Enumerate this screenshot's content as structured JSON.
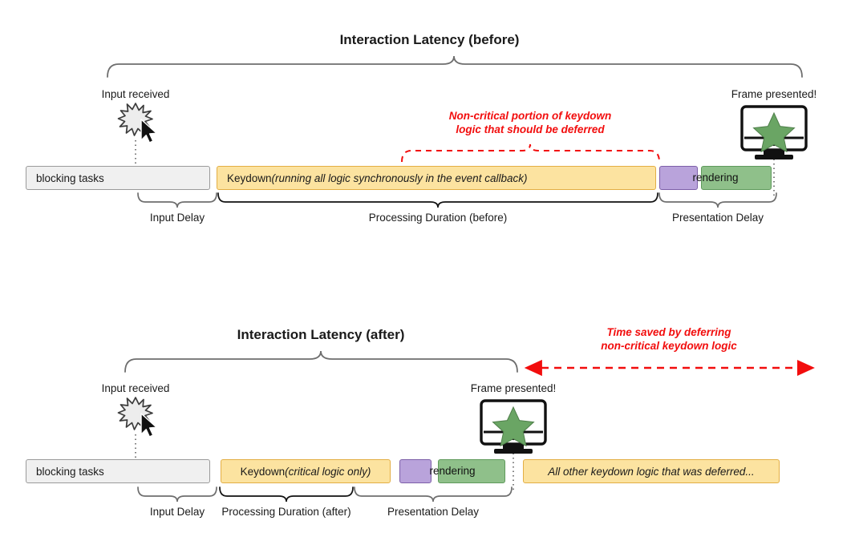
{
  "diagram": {
    "title_before": "Interaction Latency (before)",
    "title_after": "Interaction Latency (after)",
    "colors": {
      "grey_fill": "#f0f0f0",
      "grey_border": "#9a9a9a",
      "yellow_fill": "#fce3a0",
      "yellow_border": "#e3ae44",
      "purple_fill": "#b9a3db",
      "purple_border": "#7d5fa8",
      "green_fill": "#8fc08a",
      "green_border": "#5f9a5c",
      "red_accent": "#f20d0d",
      "brace_grey": "#6e6e6e",
      "brace_black": "#111111"
    }
  },
  "before": {
    "title": "Interaction Latency (before)",
    "input_label": "Input received",
    "frame_label": "Frame presented!",
    "red_note_line1": "Non-critical portion of keydown",
    "red_note_line2": "logic that should be deferred",
    "bars": [
      {
        "name": "blocking-tasks",
        "label": "blocking tasks",
        "style": "grey"
      },
      {
        "name": "keydown",
        "label_plain": "Keydown ",
        "label_italic": "(running all logic synchronously in the event callback)",
        "style": "yellow"
      },
      {
        "name": "paint",
        "label": "",
        "style": "purple"
      },
      {
        "name": "composite",
        "label": "",
        "style": "green"
      }
    ],
    "rendering_label": "rendering",
    "phases": [
      {
        "name": "input-delay",
        "label": "Input Delay"
      },
      {
        "name": "processing-duration",
        "label": "Processing Duration (before)"
      },
      {
        "name": "presentation-delay",
        "label": "Presentation Delay"
      }
    ],
    "icons": {
      "click": "click-burst-icon",
      "cursor": "mouse-cursor-icon",
      "monitor": "monitor-icon",
      "star": "star-icon"
    }
  },
  "after": {
    "title": "Interaction Latency (after)",
    "input_label": "Input received",
    "frame_label": "Frame presented!",
    "red_note_line1": "Time saved by deferring",
    "red_note_line2": "non-critical keydown logic",
    "bars": [
      {
        "name": "blocking-tasks",
        "label": "blocking tasks",
        "style": "grey"
      },
      {
        "name": "keydown",
        "label_plain": "Keydown ",
        "label_italic": "(critical logic only)",
        "style": "yellow"
      },
      {
        "name": "paint",
        "label": "",
        "style": "purple"
      },
      {
        "name": "composite",
        "label": "",
        "style": "green"
      },
      {
        "name": "deferred-work",
        "label_italic": "All other keydown logic that was deferred...",
        "style": "yellow"
      }
    ],
    "rendering_label": "rendering",
    "phases": [
      {
        "name": "input-delay",
        "label": "Input Delay"
      },
      {
        "name": "processing-duration",
        "label": "Processing Duration (after)"
      },
      {
        "name": "presentation-delay",
        "label": "Presentation Delay"
      }
    ],
    "icons": {
      "click": "click-burst-icon",
      "cursor": "mouse-cursor-icon",
      "monitor": "monitor-icon",
      "star": "star-icon"
    }
  }
}
